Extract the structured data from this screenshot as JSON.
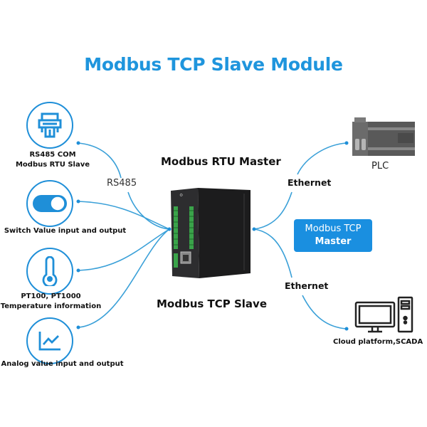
{
  "title": "Modbus TCP Slave Module",
  "center": {
    "top_label": "Modbus RTU Master",
    "bottom_label": "Modbus TCP Slave",
    "device": "modbus-io-module"
  },
  "left_items": [
    {
      "icon": "serial-port-icon",
      "lines": [
        "RS485 COM",
        "Modbus RTU Slave"
      ]
    },
    {
      "icon": "toggle-switch-icon",
      "lines": [
        "Switch Value input and output"
      ]
    },
    {
      "icon": "thermometer-icon",
      "lines": [
        "PT100, PT1000",
        "Temperature information"
      ]
    },
    {
      "icon": "line-chart-icon",
      "lines": [
        "Analog value input and output"
      ]
    }
  ],
  "left_link_label": "RS485",
  "right": {
    "plc": {
      "icon": "plc-icon",
      "label": "PLC",
      "link_label": "Ethernet"
    },
    "master_badge": {
      "line1": "Modbus TCP",
      "line2": "Master"
    },
    "scada": {
      "icon": "computer-icon",
      "label": "Cloud platform,SCADA",
      "link_label": "Ethernet"
    }
  },
  "colors": {
    "accent": "#1f95dd",
    "wire": "#3aa0d8",
    "badge": "#1a8fe0"
  }
}
